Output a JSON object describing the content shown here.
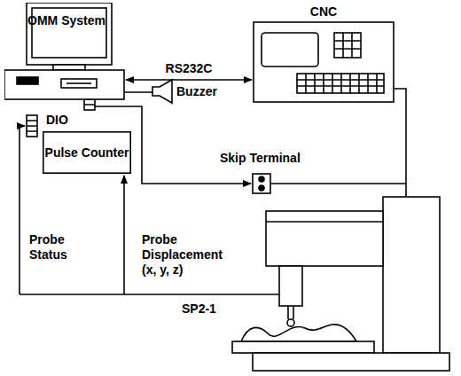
{
  "diagram": {
    "nodes": [
      {
        "text": [
          "OMM System"
        ]
      },
      {
        "text": [
          "CNC"
        ]
      },
      {
        "text": [
          "Pulse Counter"
        ]
      }
    ],
    "edges": [
      {
        "from": 0,
        "to": 1,
        "arrow": "both",
        "label": "RS232C"
      }
    ],
    "labels": [
      "DIO",
      "Buzzer",
      "Skip Terminal",
      "Probe Status",
      "Probe Displacement (x, y, z)",
      "SP2-1"
    ]
  }
}
